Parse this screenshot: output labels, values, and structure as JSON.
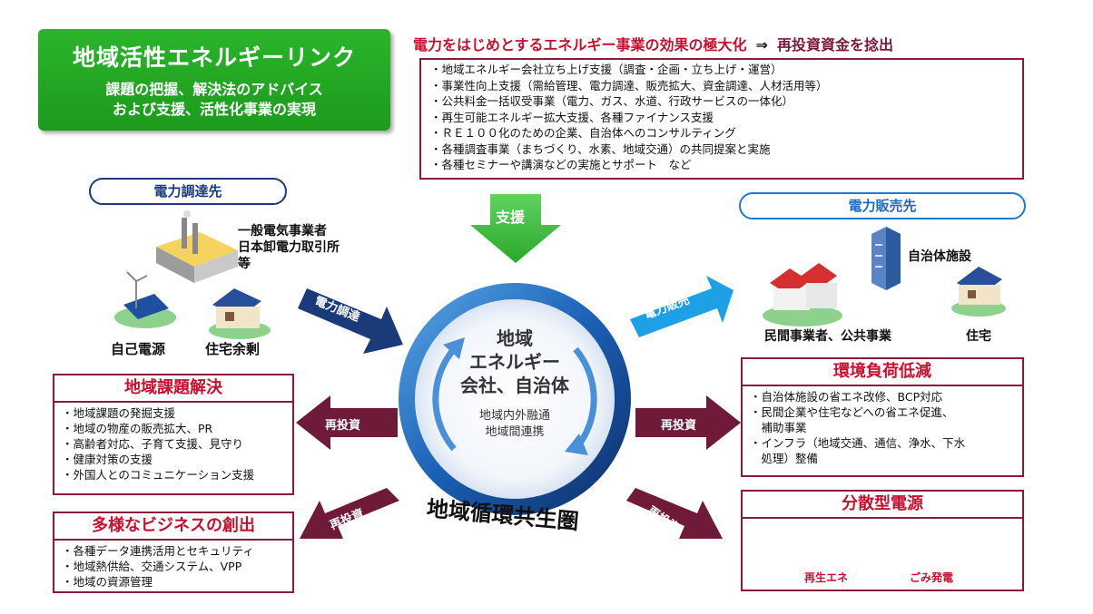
{
  "title_box": {
    "title": "地域活性エネルギーリンク",
    "sub1": "課題の把握、解決法のアドバイス",
    "sub2": "および支援、活性化事業の実現"
  },
  "header": {
    "left": "電力をはじめとするエネルギー事業の効果の極大化",
    "arrow": "⇒",
    "right": "再投資資金を捻出"
  },
  "support_list": [
    "・地域エネルギー会社立ち上げ支援（調査・企画・立ち上げ・運営）",
    "・事業性向上支援（需給管理、電力調達、販売拡大、資金調達、人材活用等）",
    "・公共料金一括収受事業（電力、ガス、水道、行政サービスの一体化）",
    "・再生可能エネルギー拡大支援、各種ファイナンス支援",
    "・ＲＥ１００化のための企業、自治体へのコンサルティング",
    "・各種調査事業（まちづくり、水素、地域交通）の共同提案と実施",
    "・各種セミナーや講演などの実施とサポート　など"
  ],
  "support_arrow": "支援",
  "procurement": {
    "pill": "電力調達先",
    "supplier_line1": "一般電気事業者",
    "supplier_line2": "日本卸電力取引所",
    "supplier_line3": "等",
    "self": "自己電源",
    "surplus": "住宅余剰",
    "arrow": "電力調達"
  },
  "sales": {
    "pill": "電力販売先",
    "municipal": "自治体施設",
    "private": "民間事業者、公共事業",
    "housing": "住宅",
    "arrow": "電力販売"
  },
  "center": {
    "line1": "地域",
    "line2": "エネルギー",
    "line3": "会社、自治体",
    "sub1": "地域内外融通",
    "sub2": "地域間連携",
    "arc_label": "地域循環共生圏"
  },
  "reinvest": {
    "left_top": "再投資",
    "left_bottom": "再投資",
    "right_top": "再投資",
    "right_bottom": "再投資"
  },
  "regional_issues": {
    "title": "地域課題解決",
    "items": [
      "・地域課題の発掘支援",
      "・地域の物産の販売拡大、PR",
      "・高齢者対応、子育て支援、見守り",
      "・健康対策の支援",
      "・外国人とのコミュニケーション支援"
    ]
  },
  "business": {
    "title": "多様なビジネスの創出",
    "items": [
      "・各種データ連携活用とセキュリティ",
      "・地域熱供給、交通システム、VPP",
      "・地域の資源管理"
    ]
  },
  "environment": {
    "title": "環境負荷低減",
    "items": [
      "・自治体施設の省エネ改修、BCP対応",
      "・民間企業や住宅などへの省エネ促進、",
      "　補助事業",
      "・インフラ（地域交通、通信、浄水、下水",
      "　処理）整備"
    ]
  },
  "distributed": {
    "title": "分散型電源",
    "renewable": "再生エネ",
    "waste": "ごみ発電"
  },
  "colors": {
    "green": "#1fa31f",
    "red": "#c8102e",
    "maroon": "#7a1a3a",
    "navy": "#1a3a7a",
    "blue": "#1e90ff"
  }
}
